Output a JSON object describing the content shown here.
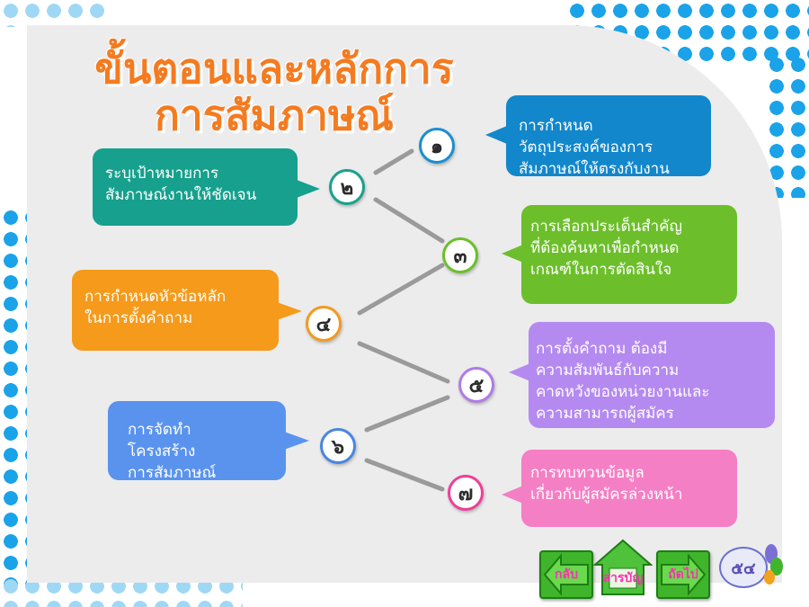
{
  "title": {
    "line1": "ขั้นตอนและหลักการ",
    "line2": "การสัมภาษณ์"
  },
  "steps": [
    {
      "num": "๑",
      "ring": "#1a8fd0",
      "text": [
        "การกำหนด",
        "วัตถุประสงค์ของการ",
        "สัมภาษณ์ให้ตรงกับงาน"
      ],
      "color": "#1287cc"
    },
    {
      "num": "๒",
      "ring": "#1aa08f",
      "text": [
        "ระบุเป้าหมายการ",
        "สัมภาษณ์งานให้ชัดเจน"
      ],
      "color": "#16a08d"
    },
    {
      "num": "๓",
      "ring": "#6cbf2a",
      "text": [
        "การเลือกประเด็นสำคัญ",
        "ที่ต้องค้นหาเพื่อกำหนด",
        "เกณฑ์ในการตัดสินใจ"
      ],
      "color": "#6cbf2a"
    },
    {
      "num": "๔",
      "ring": "#f39a1d",
      "text": [
        "การกำหนดหัวข้อหลัก",
        "ในการตั้งคำถาม"
      ],
      "color": "#f59a1a"
    },
    {
      "num": "๕",
      "ring": "#b07be6",
      "text": [
        "การตั้งคำถาม ต้องมี",
        "ความสัมพันธ์กับความ",
        "คาดหวังของหน่วยงานและ",
        "ความสามารถผู้สมัคร"
      ],
      "color": "#b58af0"
    },
    {
      "num": "๖",
      "ring": "#4a86e0",
      "text": [
        "การจัดทำ",
        "โครงสร้าง",
        "การสัมภาษณ์"
      ],
      "color": "#5a93ee"
    },
    {
      "num": "๗",
      "ring": "#ee3f9a",
      "text": [
        "การทบทวนข้อมูล",
        "เกี่ยวกับผู้สมัครล่วงหน้า"
      ],
      "color": "#f57fc4"
    }
  ],
  "nav": {
    "back": "กลับ",
    "contents": "สารบัญ",
    "next": "ถัดไป",
    "page": "๕๔"
  },
  "icons": [
    "back-arrow-icon",
    "home-icon",
    "next-arrow-icon",
    "flower-ornament-icon"
  ]
}
